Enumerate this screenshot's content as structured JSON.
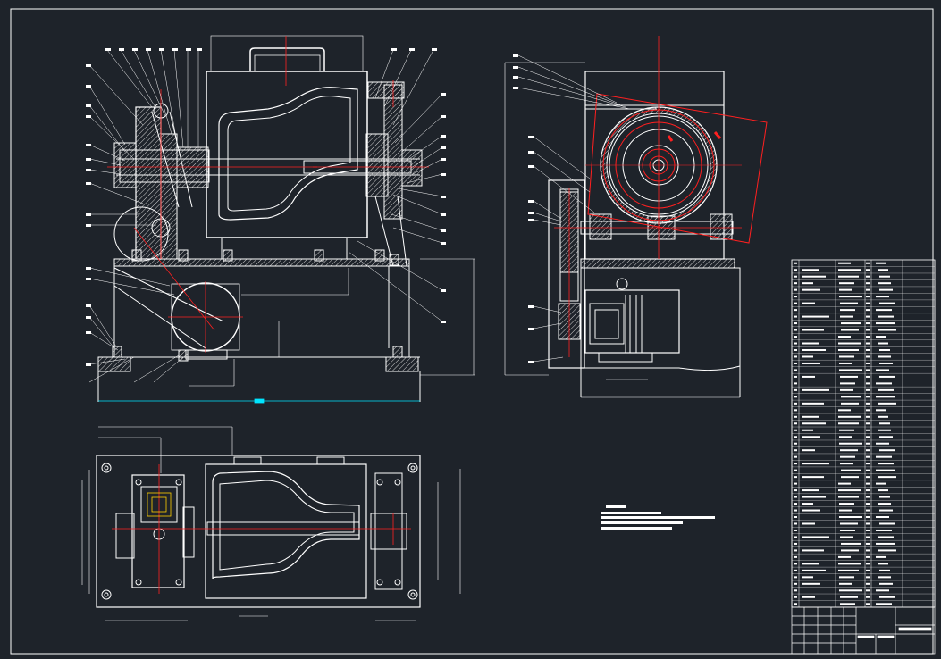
{
  "colors": {
    "background": "#1e232a",
    "line": "#ffffff",
    "center_line": "#ff2020",
    "dimension": "#00e5ff",
    "hatch": "#cfcfcf"
  },
  "views": [
    {
      "id": "front-section-view",
      "kind": "elevation-section"
    },
    {
      "id": "side-view",
      "kind": "side-elevation"
    },
    {
      "id": "plan-view",
      "kind": "top-view"
    }
  ],
  "parts_list": {
    "row_count": 52,
    "columns": 6
  },
  "title_block": {
    "present": true
  },
  "technical_notes": {
    "line_count": 4
  }
}
